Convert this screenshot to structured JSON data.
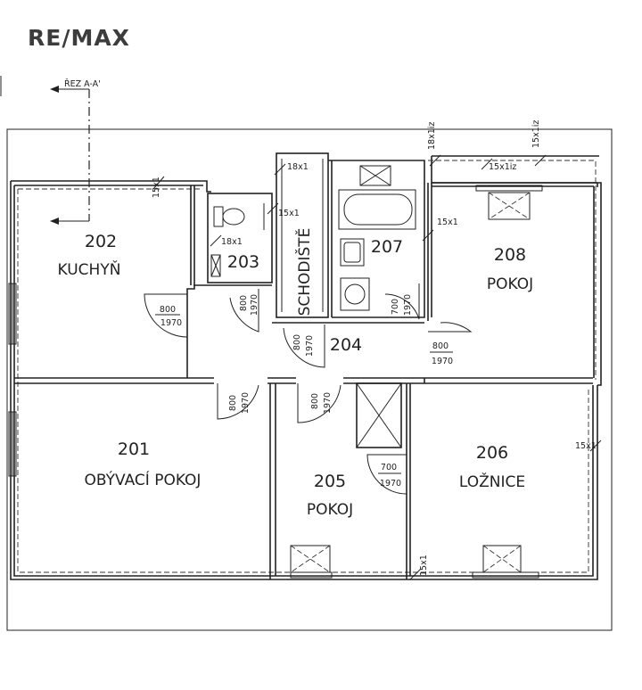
{
  "brand": {
    "logo": "RE/MAX"
  },
  "section": {
    "label": "ŘEZ A-A'"
  },
  "stair": {
    "label": "SCHODIŠTĚ"
  },
  "rooms": [
    {
      "id": "room-202",
      "number": "202",
      "name": "KUCHYŇ"
    },
    {
      "id": "room-203",
      "number": "203",
      "name": ""
    },
    {
      "id": "room-207",
      "number": "207",
      "name": ""
    },
    {
      "id": "room-208",
      "number": "208",
      "name": "POKOJ"
    },
    {
      "id": "room-204",
      "number": "204",
      "name": ""
    },
    {
      "id": "room-201",
      "number": "201",
      "name": "OBÝVACÍ POKOJ"
    },
    {
      "id": "room-205",
      "number": "205",
      "name": "POKOJ"
    },
    {
      "id": "room-206",
      "number": "206",
      "name": "LOŽNICE"
    }
  ],
  "doors": [
    {
      "id": "door-kitchen",
      "width": "800",
      "height": "1970"
    },
    {
      "id": "door-wc",
      "width": "800",
      "height": "1970"
    },
    {
      "id": "door-stair",
      "width": "800",
      "height": "1970"
    },
    {
      "id": "door-bath",
      "width": "700",
      "height": "1970"
    },
    {
      "id": "door-208",
      "width": "800",
      "height": "1970"
    },
    {
      "id": "door-201",
      "width": "800",
      "height": "1970"
    },
    {
      "id": "door-205",
      "width": "800",
      "height": "1970"
    },
    {
      "id": "door-206",
      "width": "700",
      "height": "1970"
    }
  ],
  "notes": {
    "n1": "15x1",
    "n2": "18x1",
    "n3": "15x1",
    "n4": "18x1",
    "n5": "18x1iz",
    "n6": "15x1iz",
    "n7": "15x1iz",
    "n8": "15x1",
    "n9": "15x1",
    "n10": "15x1"
  }
}
